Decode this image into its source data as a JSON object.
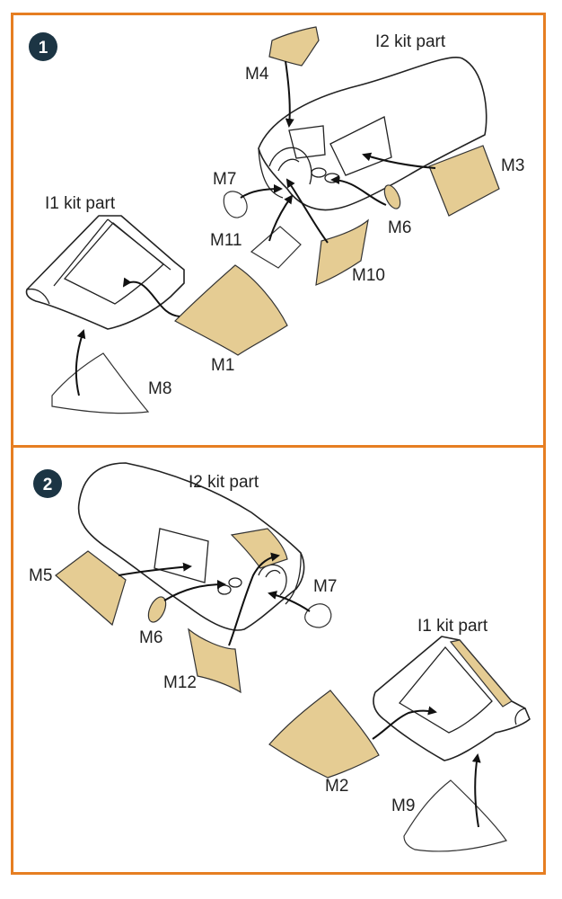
{
  "frame_color": "#e67e22",
  "mask_color": "#e5cc93",
  "badge_color": "#1c3544",
  "steps": [
    {
      "number": "1",
      "labels": {
        "i2": "I2 kit part",
        "i1": "I1 kit part",
        "m1": "M1",
        "m3": "M3",
        "m4": "M4",
        "m6": "M6",
        "m7": "M7",
        "m8": "M8",
        "m10": "M10",
        "m11": "M11"
      }
    },
    {
      "number": "2",
      "labels": {
        "i2": "I2 kit part",
        "i1": "I1 kit part",
        "m2": "M2",
        "m5": "M5",
        "m6": "M6",
        "m7": "M7",
        "m9": "M9",
        "m12": "M12"
      }
    }
  ]
}
